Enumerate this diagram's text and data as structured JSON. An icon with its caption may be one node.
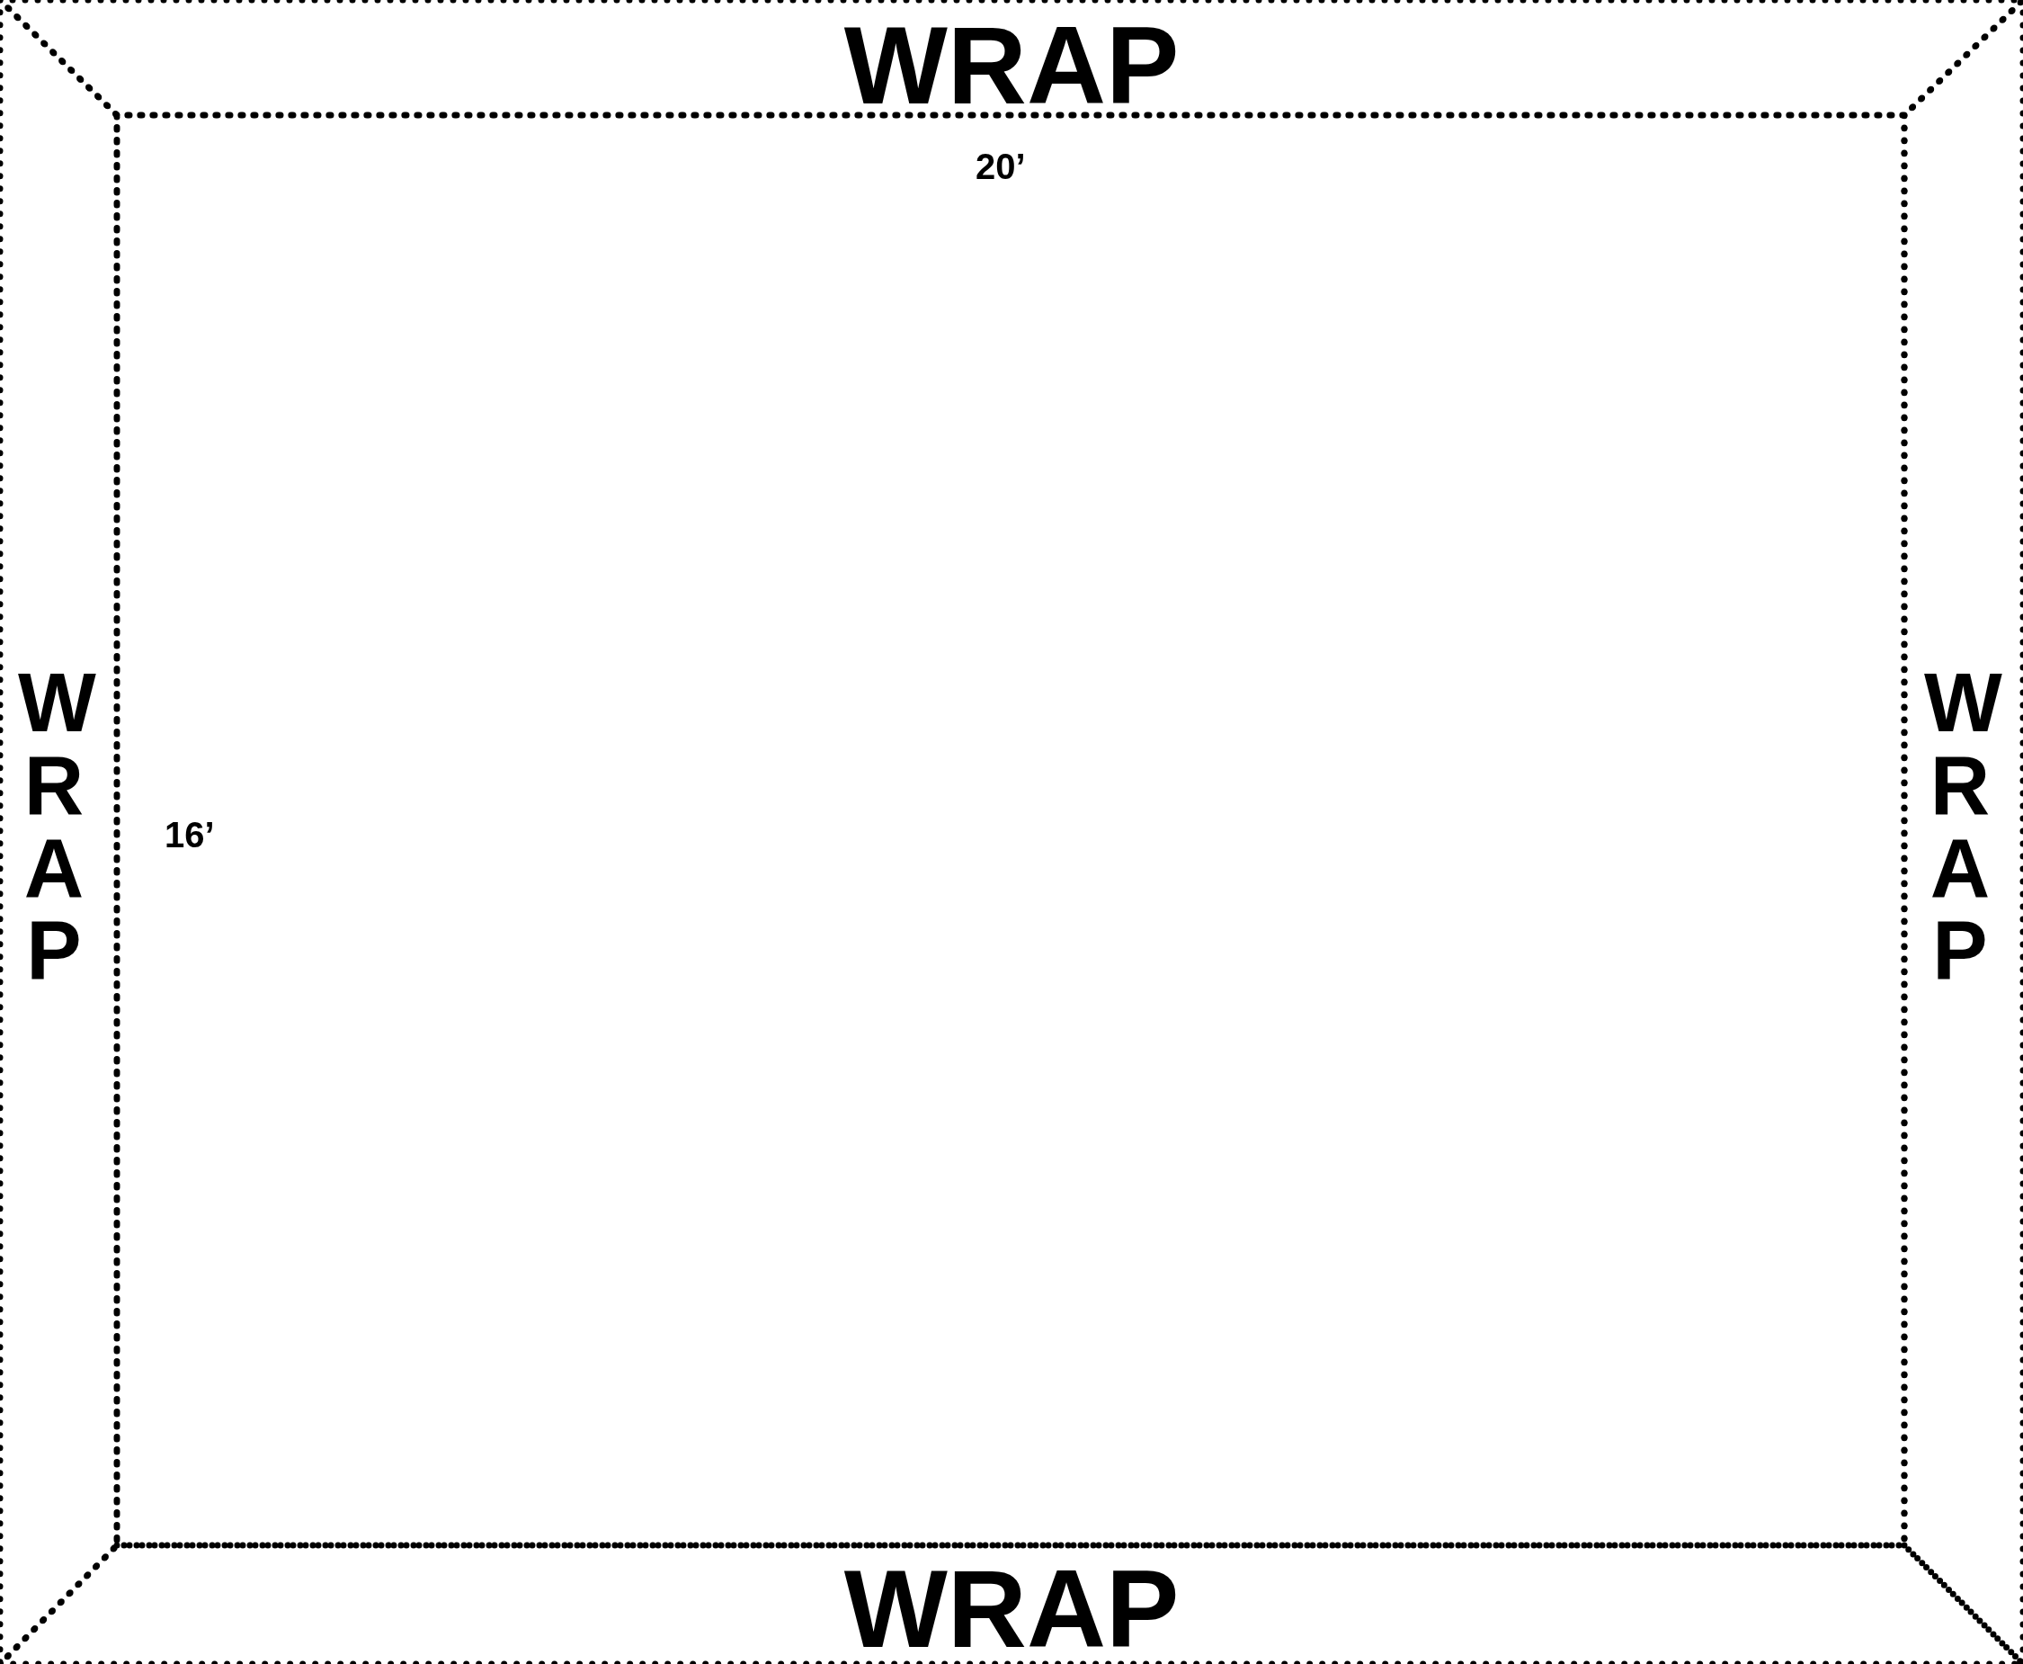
{
  "diagram": {
    "nodes": [
      {
        "text": [
          "WRAP"
        ]
      },
      {
        "text": [
          "WRAP"
        ]
      },
      {
        "text": [
          "WRAP"
        ]
      },
      {
        "text": [
          "WRAP"
        ]
      }
    ],
    "labels": [
      "20’",
      "16’"
    ]
  }
}
